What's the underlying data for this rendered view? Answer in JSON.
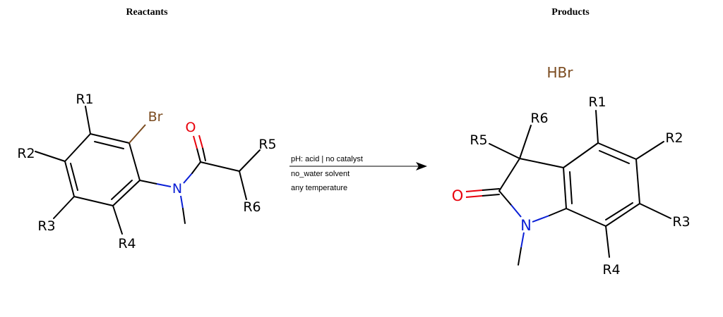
{
  "headers": {
    "reactants": "Reactants",
    "products": "Products"
  },
  "conditions": {
    "line1": "pH: acid | no catalyst",
    "line2": "no_water solvent",
    "line3": "any temperature"
  },
  "reactant_atoms": {
    "r1": "R1",
    "r2": "R2",
    "r3": "R3",
    "r4": "R4",
    "r5": "R5",
    "r6": "R6",
    "br": "Br",
    "o": "O",
    "n": "N"
  },
  "product_atoms": {
    "r1": "R1",
    "r2": "R2",
    "r3": "R3",
    "r4": "R4",
    "r5": "R5",
    "r6": "R6",
    "o": "O",
    "n": "N"
  },
  "byproduct": "HBr",
  "colors": {
    "oxygen": "#e8000b",
    "nitrogen": "#0a1fd6",
    "bromine": "#7a4a1e",
    "bond": "#000000"
  }
}
